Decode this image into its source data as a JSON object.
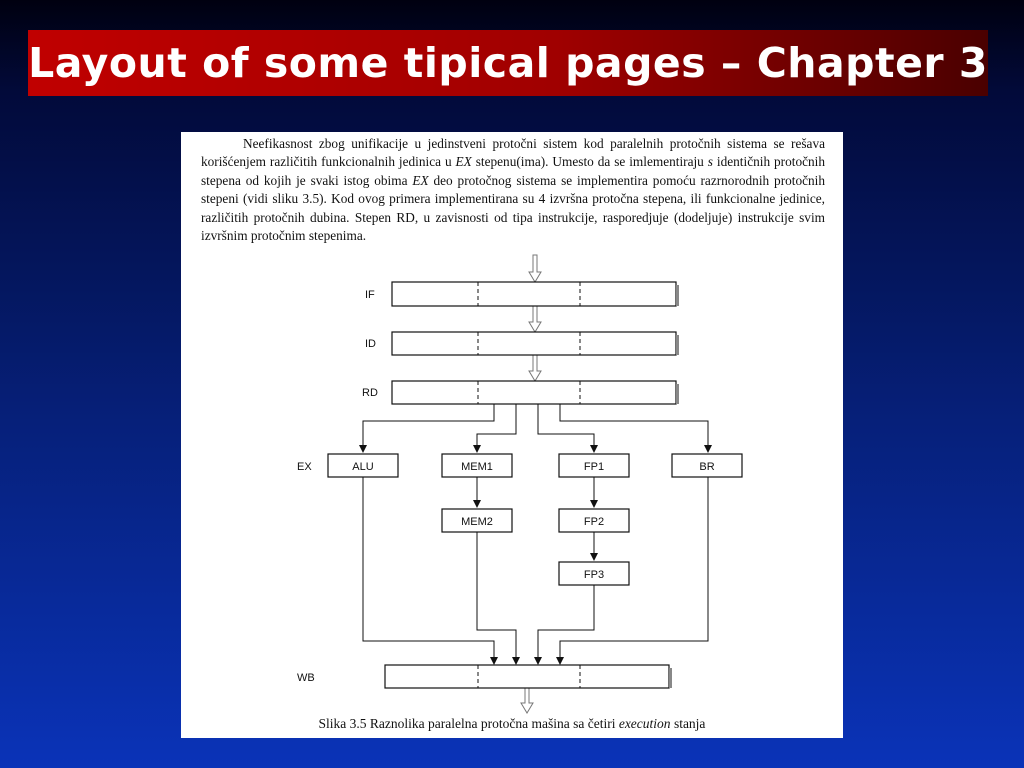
{
  "slide": {
    "title": "Layout of some tipical pages – Chapter 3"
  },
  "page": {
    "paragraph_parts": [
      "Neefikasnost zbog unifikacije u jedinstveni protočni sistem kod paralelnih protočnih sistema se rešava korišćenjem različitih funkcionalnih jedinica u ",
      "EX",
      " stepenu(ima). Umesto da se imlementiraju ",
      "s",
      " identičnih protočnih stepena od kojih je svaki istog obima ",
      "EX",
      " deo protočnog sistema se implementira pomoću razrnorodnih protočnih stepeni (vidi sliku 3.5). Kod ovog primera implementirana su 4 izvršna protočna stepena, ili funkcionalne jedinice, različitih protočnih dubina. Stepen RD, u zavisnosti od tipa instrukcije, rasporedjuje (dodeljuje) instrukcije svim izvršnim protočnim stepenima."
    ],
    "caption_parts": [
      "Slika 3.5 Raznolika paralelna protočna mašina sa četiri ",
      "execution",
      " stanja"
    ]
  },
  "diagram": {
    "stage_labels": {
      "if": "IF",
      "id": "ID",
      "rd": "RD",
      "ex": "EX",
      "wb": "WB"
    },
    "units": {
      "alu": "ALU",
      "mem1": "MEM1",
      "mem2": "MEM2",
      "fp1": "FP1",
      "fp2": "FP2",
      "fp3": "FP3",
      "br": "BR"
    }
  }
}
